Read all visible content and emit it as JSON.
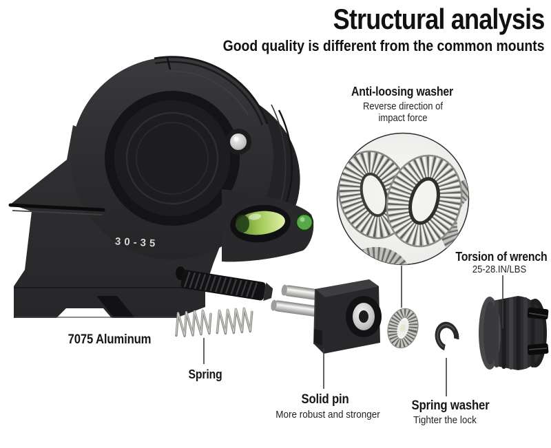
{
  "header": {
    "title": "Structural analysis",
    "subtitle": "Good quality is different from the common mounts"
  },
  "product": {
    "ring_marking": "30-35",
    "material": "7075 Aluminum"
  },
  "callouts": {
    "anti_loosing_washer": {
      "label": "Anti-loosing washer",
      "desc": "Reverse direction of impact force"
    },
    "torsion_of_wrench": {
      "label": "Torsion of wrench",
      "desc": "25-28.IN/LBS"
    },
    "spring": {
      "label": "Spring"
    },
    "solid_pin": {
      "label": "Solid pin",
      "desc": "More robust and stronger"
    },
    "spring_washer": {
      "label": "Spring washer",
      "desc": "Tighter the lock"
    }
  },
  "colors": {
    "background": "#ffffff",
    "text": "#1b1b1b",
    "mount_body": "#2c2c2e",
    "metal_silver": "#c9c9c6",
    "level_green": "#8fbe4b",
    "level_dot_green": "#57a84b"
  }
}
